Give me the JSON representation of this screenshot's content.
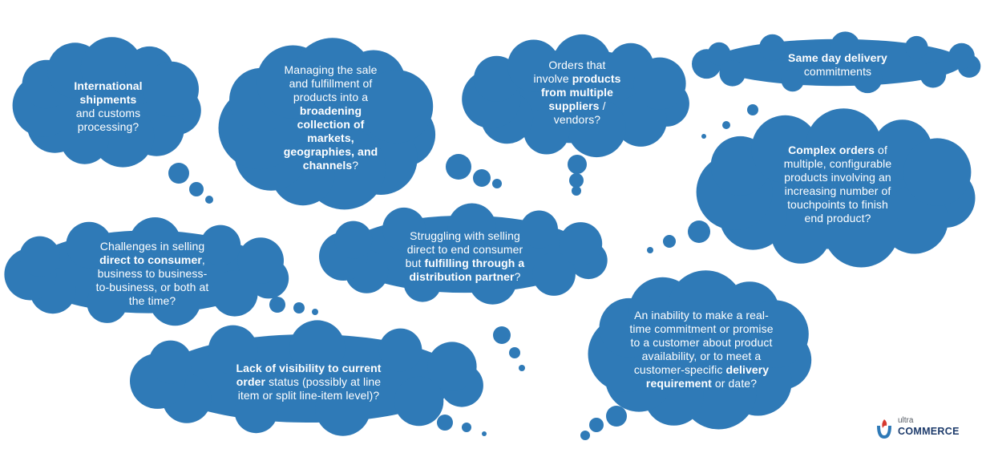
{
  "colors": {
    "cloud": "#2f7ab7",
    "text": "#ffffff",
    "logo_red": "#d63a2f",
    "logo_blue": "#1d3b6b"
  },
  "clouds": [
    {
      "id": "international",
      "lines": [
        [
          [
            "International",
            true
          ]
        ],
        [
          [
            "shipments",
            true
          ]
        ],
        [
          [
            "and customs",
            false
          ]
        ],
        [
          [
            "processing?",
            false
          ]
        ]
      ]
    },
    {
      "id": "markets",
      "lines": [
        [
          [
            "Managing the sale",
            false
          ]
        ],
        [
          [
            "and fulfillment of",
            false
          ]
        ],
        [
          [
            "products into a",
            false
          ]
        ],
        [
          [
            "broadening",
            true
          ]
        ],
        [
          [
            "collection of",
            true
          ]
        ],
        [
          [
            "markets,",
            true
          ]
        ],
        [
          [
            "geographies, and",
            true
          ]
        ],
        [
          [
            "channels",
            true
          ],
          [
            "?",
            false
          ]
        ]
      ]
    },
    {
      "id": "suppliers",
      "lines": [
        [
          [
            "Orders that",
            false
          ]
        ],
        [
          [
            "involve ",
            false
          ],
          [
            "products",
            true
          ]
        ],
        [
          [
            "from multiple",
            true
          ]
        ],
        [
          [
            "suppliers",
            true
          ],
          [
            " /",
            false
          ]
        ],
        [
          [
            "vendors?",
            false
          ]
        ]
      ]
    },
    {
      "id": "sameday",
      "lines": [
        [
          [
            "Same day delivery",
            true
          ]
        ],
        [
          [
            "commitments",
            false
          ]
        ]
      ]
    },
    {
      "id": "complex",
      "lines": [
        [
          [
            "Complex orders",
            true
          ],
          [
            " of",
            false
          ]
        ],
        [
          [
            "multiple, configurable",
            false
          ]
        ],
        [
          [
            "products involving an",
            false
          ]
        ],
        [
          [
            "increasing number of",
            false
          ]
        ],
        [
          [
            "touchpoints to finish",
            false
          ]
        ],
        [
          [
            "end product?",
            false
          ]
        ]
      ]
    },
    {
      "id": "d2c",
      "lines": [
        [
          [
            "Challenges in selling",
            false
          ]
        ],
        [
          [
            "direct to consumer",
            true
          ],
          [
            ",",
            false
          ]
        ],
        [
          [
            "business to business-",
            false
          ]
        ],
        [
          [
            "to-business, or both at",
            false
          ]
        ],
        [
          [
            "the time?",
            false
          ]
        ]
      ]
    },
    {
      "id": "distribution",
      "lines": [
        [
          [
            "Struggling with selling",
            false
          ]
        ],
        [
          [
            "direct to end consumer",
            false
          ]
        ],
        [
          [
            "but ",
            false
          ],
          [
            "fulfilling through a",
            true
          ]
        ],
        [
          [
            "distribution partner",
            true
          ],
          [
            "?",
            false
          ]
        ]
      ]
    },
    {
      "id": "commitment",
      "lines": [
        [
          [
            "An inability to make a real-",
            false
          ]
        ],
        [
          [
            "time commitment or promise",
            false
          ]
        ],
        [
          [
            "to a customer about product",
            false
          ]
        ],
        [
          [
            "availability, or to meet a",
            false
          ]
        ],
        [
          [
            "customer-specific ",
            false
          ],
          [
            "delivery",
            true
          ]
        ],
        [
          [
            "requirement",
            true
          ],
          [
            " or date?",
            false
          ]
        ]
      ]
    },
    {
      "id": "visibility",
      "lines": [
        [
          [
            "Lack of visibility to current",
            true
          ]
        ],
        [
          [
            "order",
            true
          ],
          [
            " status (possibly at line",
            false
          ]
        ],
        [
          [
            "item or split line-item level)?",
            false
          ]
        ]
      ]
    }
  ],
  "logo": {
    "ultra": "ultra",
    "commerce": "COMMERCE"
  }
}
